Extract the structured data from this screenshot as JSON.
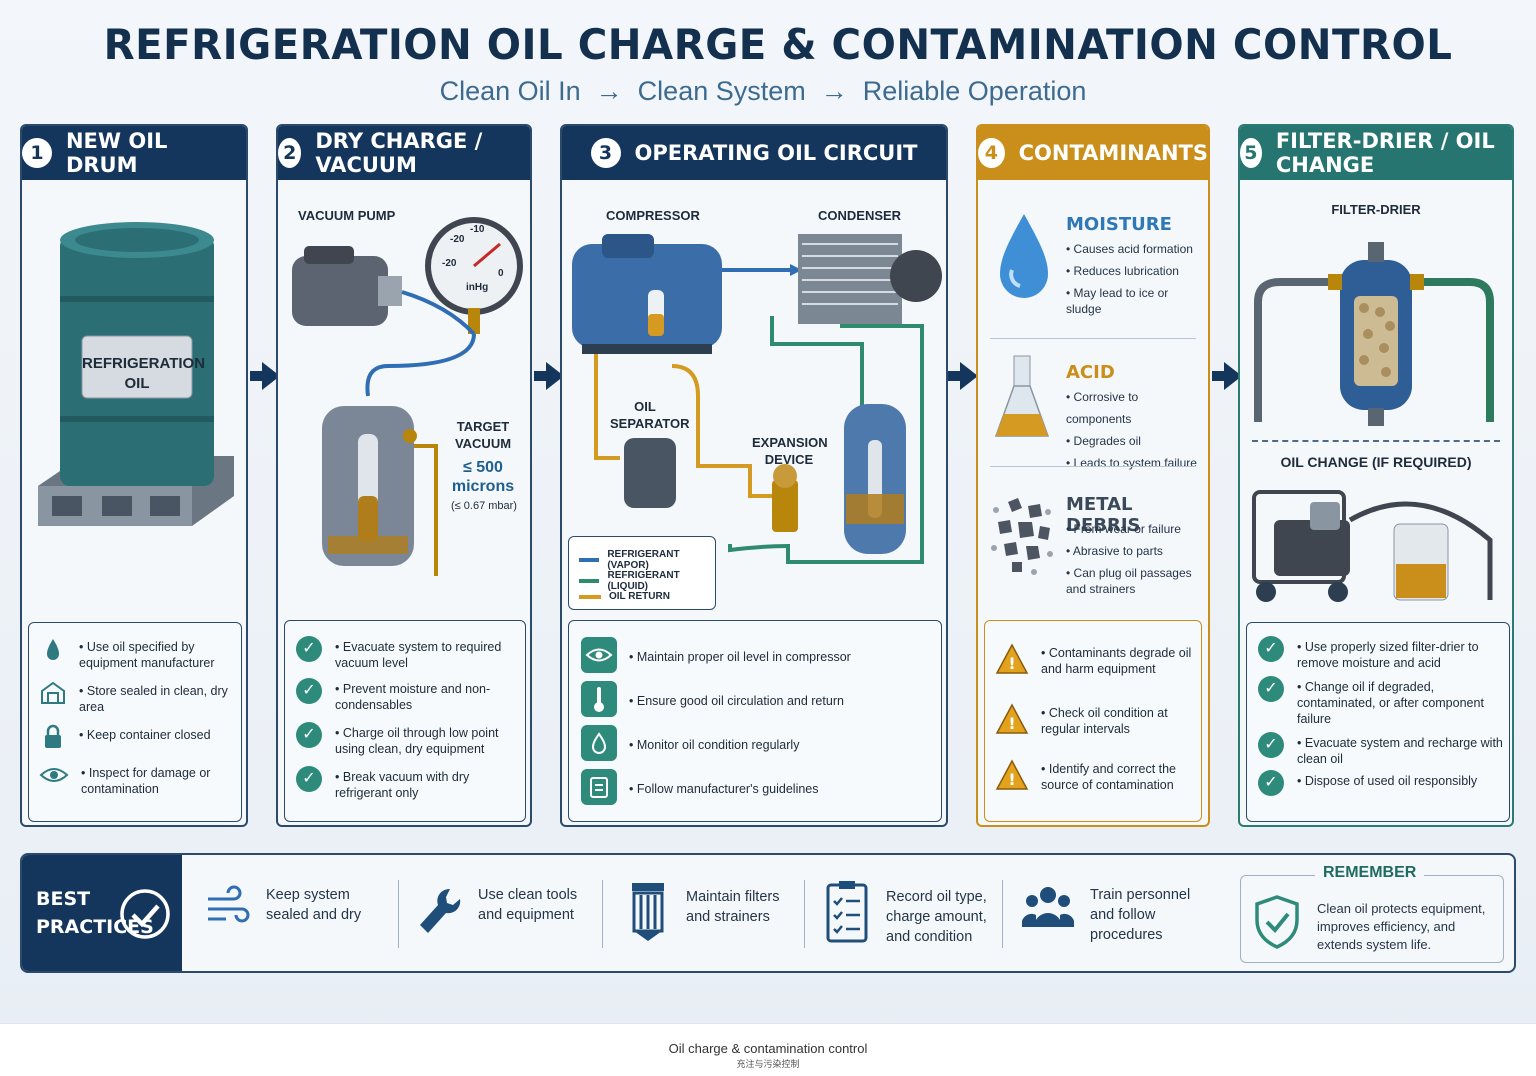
{
  "title": "REFRIGERATION OIL CHARGE & CONTAMINATION CONTROL",
  "subtitle": "Clean Oil In  →  Clean System  →  Reliable Operation",
  "panels": [
    {
      "num": "1",
      "title": "NEW OIL DRUM",
      "drum_label": "REFRIGERATION\nOIL",
      "items": [
        {
          "icon": "oil-drop-icon",
          "text": "Use oil specified by equipment manufacturer"
        },
        {
          "icon": "warehouse-icon",
          "text": "Store sealed in clean, dry area"
        },
        {
          "icon": "lock-icon",
          "text": "Keep container closed"
        },
        {
          "icon": "eye-icon",
          "text": "Inspect for damage or contamination"
        }
      ]
    },
    {
      "num": "2",
      "title": "DRY CHARGE / VACUUM",
      "vacuum_pump": "VACUUM PUMP",
      "gauge_ticks": [
        "-20",
        "-10",
        "-20",
        "0"
      ],
      "gauge_unit": "inHg",
      "target_label": "TARGET VACUUM",
      "target_value": "≤ 500 microns",
      "target_sub": "(≤ 0.67 mbar)",
      "items": [
        "Evacuate system to required vacuum level",
        "Prevent moisture and non-condensables",
        "Charge oil through low point using clean, dry equipment",
        "Break vacuum with dry refrigerant only"
      ]
    },
    {
      "num": "3",
      "title": "OPERATING OIL CIRCUIT",
      "labels": {
        "compressor": "COMPRESSOR",
        "condenser": "CONDENSER",
        "separator": "OIL SEPARATOR",
        "expansion": "EXPANSION DEVICE"
      },
      "legend": [
        {
          "name": "REFRIGERANT (VAPOR)",
          "color": "#2f6db5"
        },
        {
          "name": "REFRIGERANT (LIQUID)",
          "color": "#2e8b6e"
        },
        {
          "name": "OIL RETURN",
          "color": "#d49a22"
        }
      ],
      "items": [
        {
          "icon": "eye-icon",
          "text": "Maintain proper oil level in compressor"
        },
        {
          "icon": "thermometer-icon",
          "text": "Ensure good oil circulation and return"
        },
        {
          "icon": "drop-icon",
          "text": "Monitor oil condition regularly"
        },
        {
          "icon": "clipboard-icon",
          "text": "Follow manufacturer's guidelines"
        }
      ]
    },
    {
      "num": "4",
      "title": "CONTAMINANTS",
      "groups": [
        {
          "title": "MOISTURE",
          "color": "#2f78b8",
          "items": [
            "Causes acid formation",
            "Reduces lubrication",
            "May lead to ice or sludge"
          ]
        },
        {
          "title": "ACID",
          "color": "#c98f1a",
          "items": [
            "Corrosive to components",
            "Degrades oil",
            "Leads to system failure"
          ]
        },
        {
          "title": "METAL DEBRIS",
          "color": "#3b4a5a",
          "items": [
            "From wear or failure",
            "Abrasive to parts",
            "Can plug oil passages and strainers"
          ]
        }
      ],
      "warnings": [
        "Contaminants degrade oil and harm equipment",
        "Check oil condition at regular intervals",
        "Identify and correct the source of contamination"
      ]
    },
    {
      "num": "5",
      "title": "FILTER-DRIER / OIL CHANGE",
      "filter_label": "FILTER-DRIER",
      "oil_change_label": "OIL CHANGE (IF REQUIRED)",
      "items": [
        "Use properly sized filter-drier to remove moisture and acid",
        "Change oil if degraded, contaminated, or after component failure",
        "Evacuate system and recharge with clean oil",
        "Dispose of used oil responsibly"
      ]
    }
  ],
  "best_practices": {
    "title": "BEST PRACTICES",
    "items": [
      {
        "icon": "wind-icon",
        "text": "Keep system sealed and dry"
      },
      {
        "icon": "wrench-icon",
        "text": "Use clean tools and equipment"
      },
      {
        "icon": "filter-icon",
        "text": "Maintain filters and strainers"
      },
      {
        "icon": "checklist-icon",
        "text": "Record oil type, charge amount, and condition"
      },
      {
        "icon": "people-icon",
        "text": "Train personnel and follow procedures"
      }
    ],
    "remember_title": "REMEMBER",
    "remember_text": "Clean oil protects equipment, improves efficiency, and extends system life."
  },
  "footer": {
    "caption": "Oil charge & contamination control",
    "caption_cn": "充注与污染控制"
  }
}
